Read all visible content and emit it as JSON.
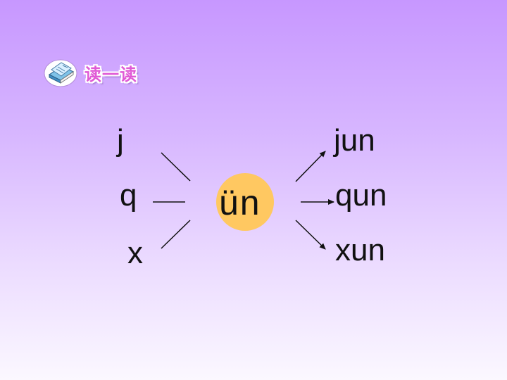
{
  "header": {
    "title": "读一读",
    "icon": "book-icon"
  },
  "initials": [
    "j",
    "q",
    "x"
  ],
  "final": "ün",
  "results": [
    "jun",
    "qun",
    "xun"
  ],
  "colors": {
    "title": "#e05ad6",
    "highlight": "#ffc861"
  }
}
